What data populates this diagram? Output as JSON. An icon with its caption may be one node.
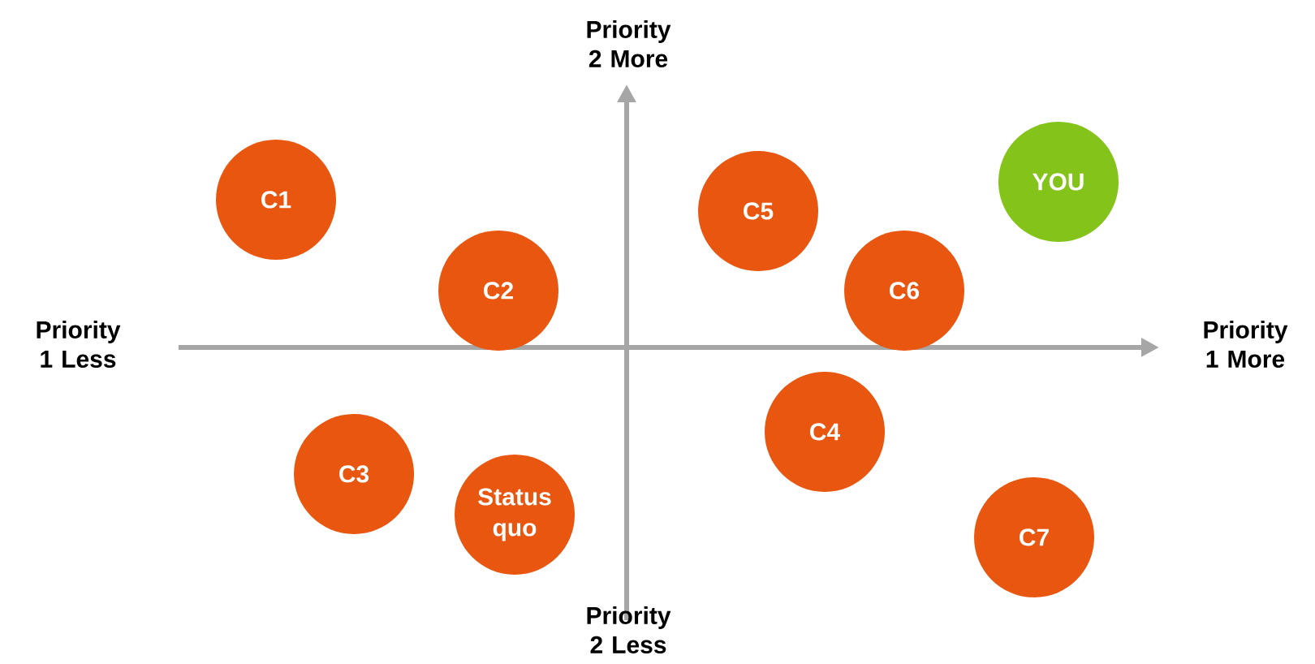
{
  "diagram": {
    "nodes": [
      {
        "text": [
          "C1"
        ]
      },
      {
        "text": [
          "C5"
        ]
      },
      {
        "text": [
          "YOU"
        ]
      },
      {
        "text": [
          "C2"
        ]
      },
      {
        "text": [
          "C6"
        ]
      },
      {
        "text": [
          "C4"
        ]
      },
      {
        "text": [
          "C3"
        ]
      },
      {
        "text": [
          "Status quo"
        ]
      },
      {
        "text": [
          "C7"
        ]
      }
    ],
    "edges": [],
    "labels": [
      "Priority 2 More",
      "Priority 1 Less",
      "Priority 1 More",
      "Priority 2 Less"
    ]
  }
}
